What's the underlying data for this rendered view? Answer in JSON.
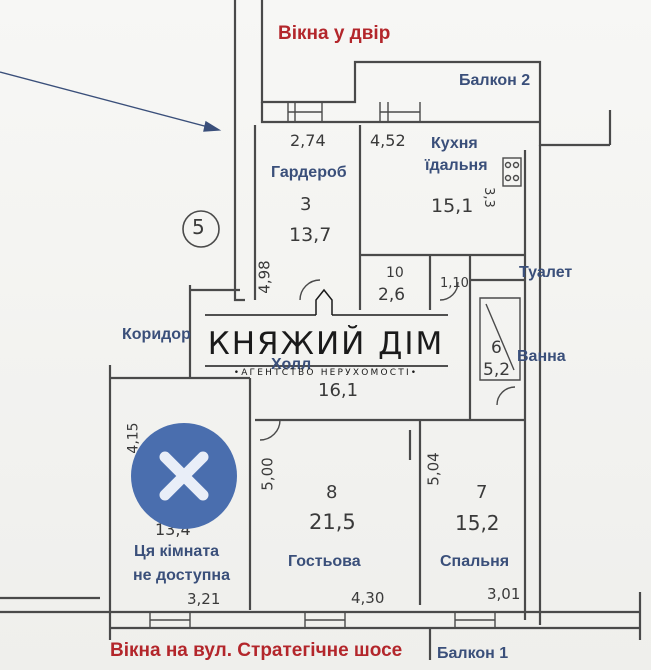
{
  "plan": {
    "labels": {
      "top_windows": "Вікна у двір",
      "bottom_windows": "Вікна на вул. Стратегічне шосе",
      "balcony_2": "Балкон 2",
      "balcony_1": "Балкон 1",
      "wardrobe": "Гардероб",
      "kitchen_line1": "Кухня",
      "kitchen_line2": "їдальня",
      "toilet": "Туалет",
      "bath": "Ванна",
      "corridor": "Коридор",
      "hall": "Холл",
      "guest_room": "Гостьова",
      "bedroom": "Спальня",
      "unavailable_line1": "Ця кімната",
      "unavailable_line2": "не доступна"
    },
    "handwritten": {
      "apartment_number": "5",
      "wardrobe_width": "2,74",
      "kitchen_width": "4,52",
      "wardrobe_no": "3",
      "wardrobe_area": "13,7",
      "kitchen_area": "15,1",
      "kitchen_side": "3,3",
      "left_depth": "4,98",
      "room10_no": "10",
      "room10_area": "2,6",
      "toilet_dim": "1,10",
      "bath_no": "6",
      "bath_area": "5,2",
      "hall_area": "16,1",
      "room_left_depth": "4,15",
      "room_left_area": "13,4",
      "guest_depth": "5,00",
      "guest_no": "8",
      "guest_area": "21,5",
      "bedroom_depth": "5,04",
      "bedroom_no": "7",
      "bedroom_area": "15,2",
      "bottom_w1": "3,21",
      "bottom_w2": "4,30",
      "bottom_w3": "3,01"
    }
  },
  "logo": {
    "name": "КНЯЖИЙ ДІМ",
    "subtitle": "•АГЕНТСТВО НЕРУХОМОСТІ•"
  },
  "colors": {
    "label_blue": "#3a4f7a",
    "title_red": "#b3262b",
    "badge_blue": "#4a6eae"
  }
}
